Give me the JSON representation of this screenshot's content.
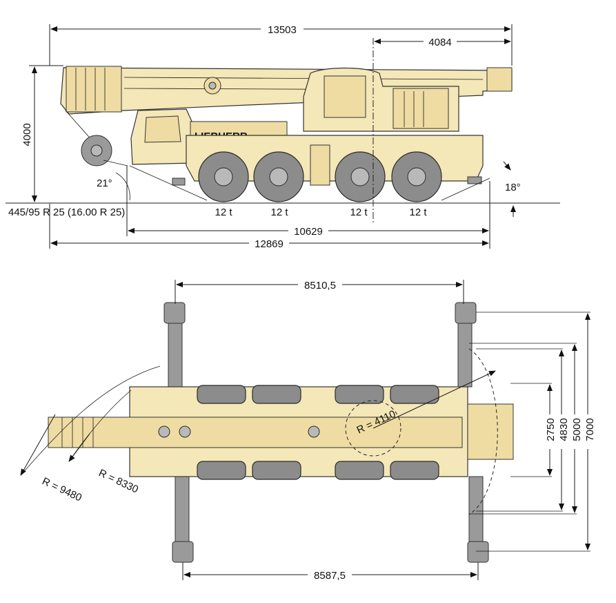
{
  "side_view": {
    "overall_length": "13503",
    "front_overhang": "4084",
    "height": "4000",
    "tyre_label": "445/95 R 25 (16.00 R 25)",
    "approach_angle": "21°",
    "departure_angle": "18°",
    "axle_loads": [
      "12 t",
      "12 t",
      "12 t",
      "12 t"
    ],
    "wheelbase_length": "10629",
    "total_length": "12869",
    "brand": "LIEBHERR"
  },
  "top_view": {
    "outrigger_front_span": "8510,5",
    "outrigger_rear_span": "8587,5",
    "turning_radius_outer": "R = 9480",
    "turning_radius_inner": "R = 8330",
    "tail_radius": "R = 4110",
    "widths": [
      "2750",
      "4830",
      "5000",
      "7000"
    ]
  },
  "colors": {
    "body": "#f4e7b8",
    "tyre": "#8c8c8c",
    "outrigger": "#9a9a9a"
  }
}
